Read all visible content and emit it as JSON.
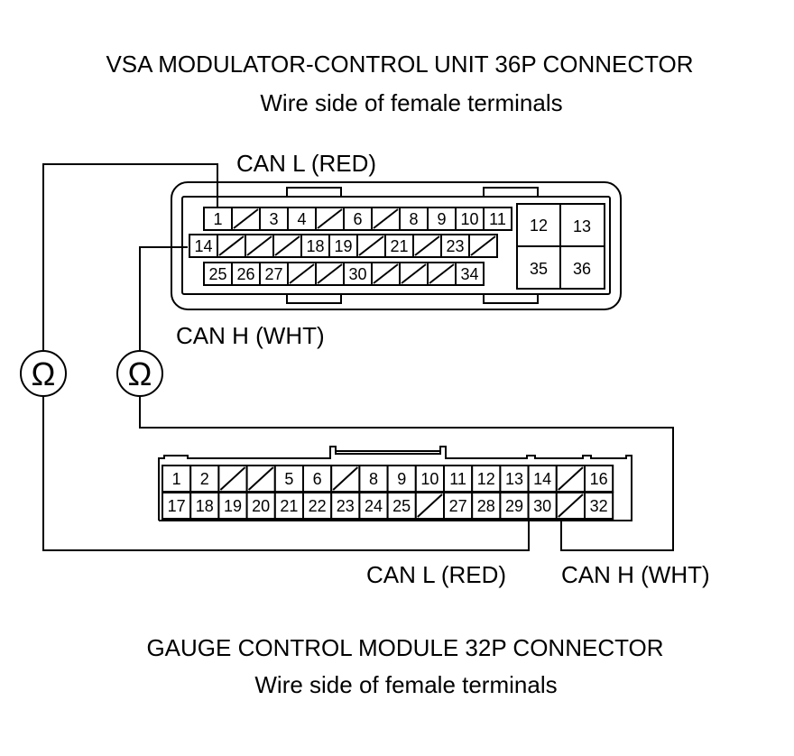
{
  "vsa": {
    "title": "VSA MODULATOR-CONTROL UNIT 36P CONNECTOR",
    "subtitle": "Wire side of female terminals",
    "can_l_label": "CAN L (RED)",
    "can_h_label": "CAN H (WHT)",
    "rows": [
      [
        "1",
        "/",
        "3",
        "4",
        "/",
        "6",
        "/",
        "8",
        "9",
        "10",
        "11"
      ],
      [
        "14",
        "/",
        "/",
        "/",
        "18",
        "19",
        "/",
        "21",
        "/",
        "23",
        "/"
      ],
      [
        "25",
        "26",
        "27",
        "/",
        "/",
        "30",
        "/",
        "/",
        "/",
        "34"
      ]
    ],
    "block": [
      "12",
      "13",
      "35",
      "36"
    ]
  },
  "meters": {
    "left_symbol": "Ω",
    "right_symbol": "Ω"
  },
  "gauge": {
    "title": "GAUGE CONTROL MODULE 32P CONNECTOR",
    "subtitle": "Wire side of female terminals",
    "can_l_label": "CAN L (RED)",
    "can_h_label": "CAN H (WHT)",
    "rows": [
      [
        "1",
        "2",
        "/",
        "/",
        "5",
        "6",
        "/",
        "8",
        "9",
        "10",
        "11",
        "12",
        "13",
        "14",
        "/",
        "16"
      ],
      [
        "17",
        "18",
        "19",
        "20",
        "21",
        "22",
        "23",
        "24",
        "25",
        "/",
        "27",
        "28",
        "29",
        "30",
        "/",
        "32"
      ]
    ]
  }
}
